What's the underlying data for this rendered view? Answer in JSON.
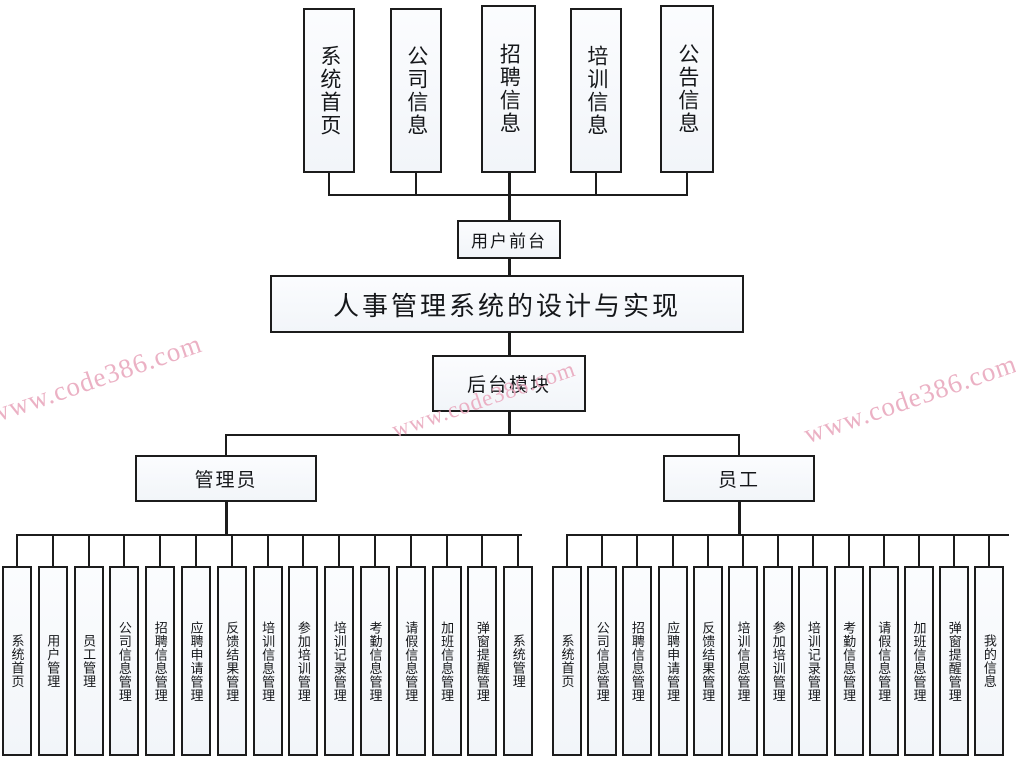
{
  "diagram": {
    "type": "tree",
    "title_node": {
      "label": "人事管理系统的设计与实现"
    },
    "front_node": {
      "label": "用户前台"
    },
    "back_node": {
      "label": "后台模块"
    },
    "front_children": [
      {
        "label": "系统首页"
      },
      {
        "label": "公司信息"
      },
      {
        "label": "招聘信息"
      },
      {
        "label": "培训信息"
      },
      {
        "label": "公告信息"
      }
    ],
    "roles": [
      {
        "label": "管理员",
        "children": [
          {
            "label": "系统首页"
          },
          {
            "label": "用户管理"
          },
          {
            "label": "员工管理"
          },
          {
            "label": "公司信息管理"
          },
          {
            "label": "招聘信息管理"
          },
          {
            "label": "应聘申请管理"
          },
          {
            "label": "反馈结果管理"
          },
          {
            "label": "培训信息管理"
          },
          {
            "label": "参加培训管理"
          },
          {
            "label": "培训记录管理"
          },
          {
            "label": "考勤信息管理"
          },
          {
            "label": "请假信息管理"
          },
          {
            "label": "加班信息管理"
          },
          {
            "label": "弹窗提醒管理"
          },
          {
            "label": "系统管理"
          }
        ]
      },
      {
        "label": "员工",
        "children": [
          {
            "label": "系统首页"
          },
          {
            "label": "公司信息管理"
          },
          {
            "label": "招聘信息管理"
          },
          {
            "label": "应聘申请管理"
          },
          {
            "label": "反馈结果管理"
          },
          {
            "label": "培训信息管理"
          },
          {
            "label": "参加培训管理"
          },
          {
            "label": "培训记录管理"
          },
          {
            "label": "考勤信息管理"
          },
          {
            "label": "请假信息管理"
          },
          {
            "label": "加班信息管理"
          },
          {
            "label": "弹窗提醒管理"
          },
          {
            "label": "我的信息"
          }
        ]
      }
    ]
  },
  "watermarks": [
    {
      "text": "www.code386.com"
    },
    {
      "text": "www.code386.com"
    },
    {
      "text": "www.code386.com"
    }
  ],
  "colors": {
    "line": "#1c1c1c",
    "box_fill": "#f5f8fb",
    "text": "#15171a",
    "watermark": "#e9a7bd"
  }
}
